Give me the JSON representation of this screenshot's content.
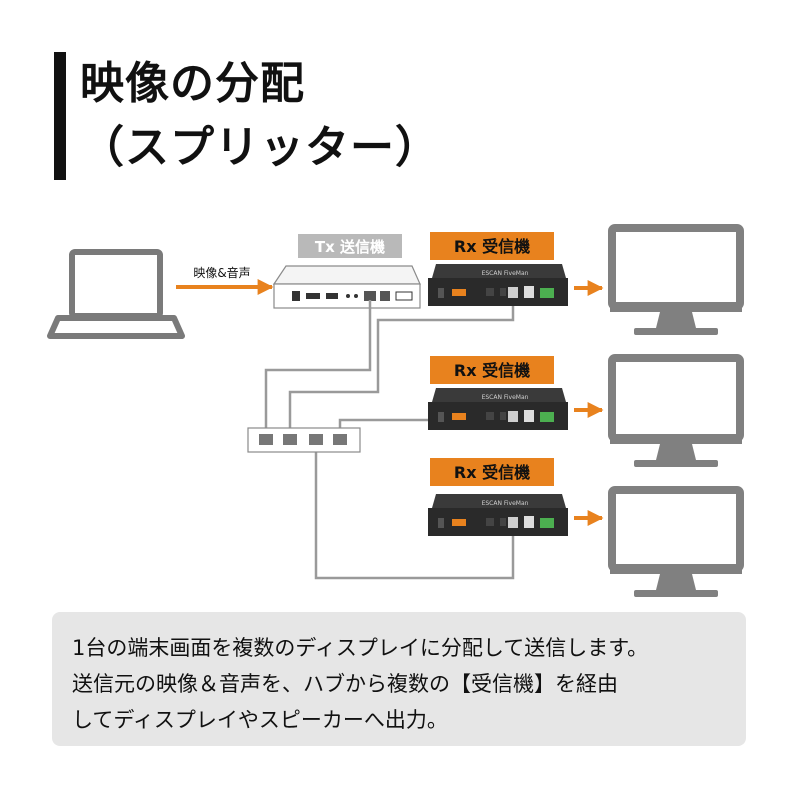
{
  "title": {
    "line1": "映像の分配",
    "line2": "（スプリッター）"
  },
  "diagram": {
    "tx_label": "Tx 送信機",
    "rx_label": "Rx 受信機",
    "input_label": "映像&音声",
    "brand_text": "ESCAN FiveMan",
    "colors": {
      "accent": "#e8821e",
      "tx_label_bg": "#b9b9b9",
      "device_dark": "#2a2a2a",
      "monitor": "#808080",
      "cable": "#9a9a9a",
      "connector_green": "#4caf50"
    }
  },
  "description": {
    "line1": "1台の端末画面を複数のディスプレイに分配して送信します。",
    "line2": "送信元の映像＆音声を、ハブから複数の【受信機】を経由",
    "line3": "してディスプレイやスピーカーへ出力。"
  }
}
